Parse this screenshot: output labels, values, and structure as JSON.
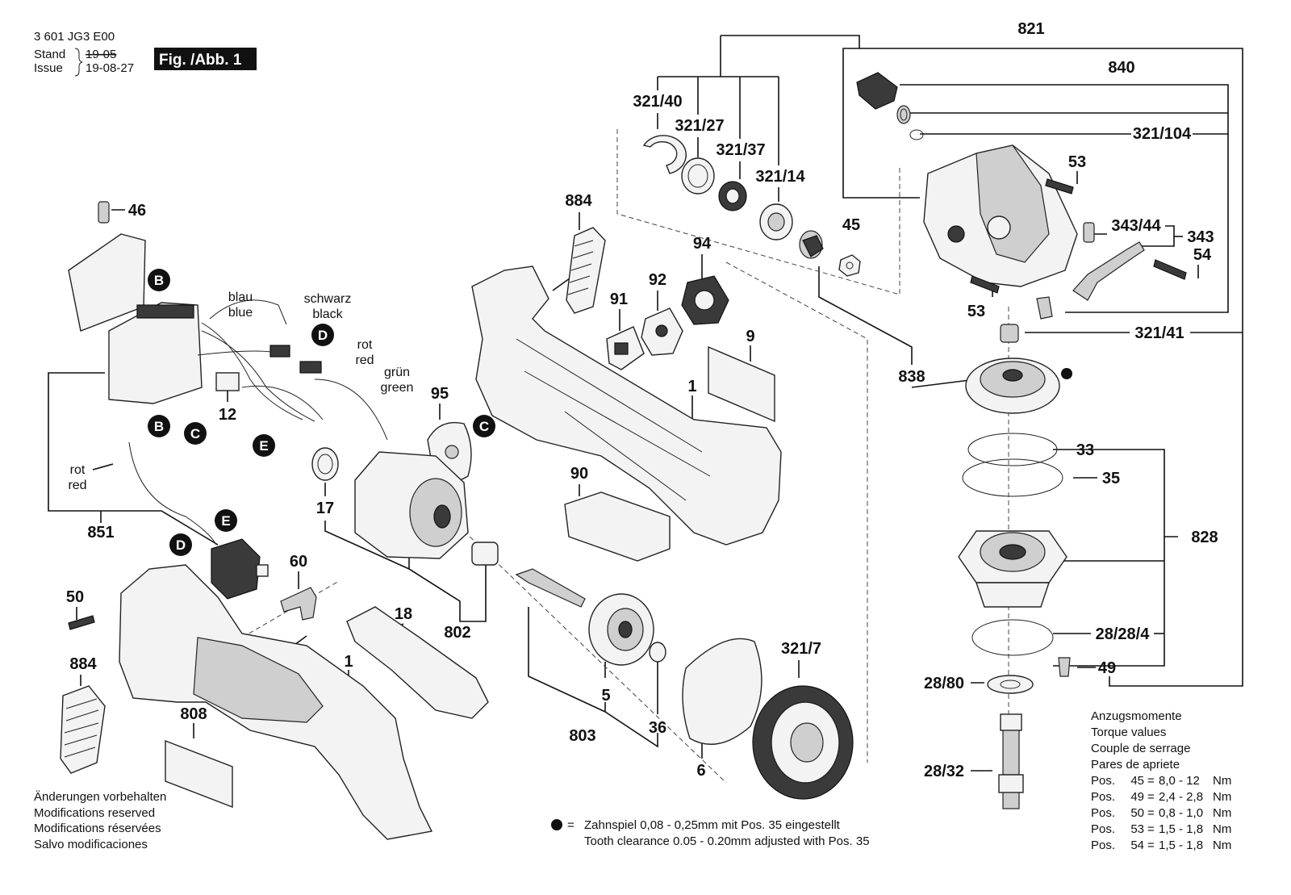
{
  "header": {
    "doc_number": "3 601 JG3 E00",
    "stand_label": "Stand",
    "issue_label": "Issue",
    "stand_value": "19-05",
    "issue_value": "19-08-27",
    "figure_label": "Fig. /Abb. 1"
  },
  "parts": {
    "p821": "821",
    "p840": "840",
    "p321_104": "321/104",
    "p53a": "53",
    "p53b": "53",
    "p343_44": "343/44",
    "p343": "343",
    "p54": "54",
    "p321_41": "321/41",
    "p838": "838",
    "p33": "33",
    "p35": "35",
    "p828": "828",
    "p28_28_4": "28/28/4",
    "p49": "49",
    "p28_80": "28/80",
    "p28_32": "28/32",
    "p321_40": "321/40",
    "p321_27": "321/27",
    "p321_37": "321/37",
    "p321_14": "321/14",
    "p45": "45",
    "p94": "94",
    "p92": "92",
    "p91": "91",
    "p9": "9",
    "p1a": "1",
    "p884a": "884",
    "p95": "95",
    "p90": "90",
    "p17": "17",
    "p802": "802",
    "p5": "5",
    "p36": "36",
    "p803": "803",
    "p6": "6",
    "p321_7": "321/7",
    "p46": "46",
    "p12": "12",
    "p851": "851",
    "p60": "60",
    "p50": "50",
    "p18": "18",
    "p1b": "1",
    "p884b": "884",
    "p808": "808"
  },
  "wires": {
    "blau": "blau",
    "blue": "blue",
    "schwarz": "schwarz",
    "black": "black",
    "rot1": "rot",
    "red1": "red",
    "gruen": "grün",
    "green": "green",
    "rot2": "rot",
    "red2": "red"
  },
  "connectors": {
    "B": "B",
    "C": "C",
    "D": "D",
    "E": "E"
  },
  "footer_left": [
    "Änderungen vorbehalten",
    "Modifications reserved",
    "Modifications réservées",
    "Salvo modificaciones"
  ],
  "clearance_note": {
    "symbol_label": "=",
    "line1": "Zahnspiel 0,08 - 0,25mm mit Pos. 35 eingestellt",
    "line2": "Tooth clearance 0.05 - 0.20mm adjusted with Pos. 35"
  },
  "torque": {
    "title_lines": [
      "Anzugsmomente",
      "Torque values",
      "Couple de serrage",
      "Pares de apriete"
    ],
    "rows": [
      {
        "pos": "Pos.",
        "num": "45",
        "eq": "=",
        "val": "8,0 - 12",
        "unit": "Nm"
      },
      {
        "pos": "Pos.",
        "num": "49",
        "eq": "=",
        "val": "2,4 - 2,8",
        "unit": "Nm"
      },
      {
        "pos": "Pos.",
        "num": "50",
        "eq": "=",
        "val": "0,8 - 1,0",
        "unit": "Nm"
      },
      {
        "pos": "Pos.",
        "num": "53",
        "eq": "=",
        "val": "1,5 - 1,8",
        "unit": "Nm"
      },
      {
        "pos": "Pos.",
        "num": "54",
        "eq": "=",
        "val": "1,5 - 1,8",
        "unit": "Nm"
      }
    ]
  }
}
